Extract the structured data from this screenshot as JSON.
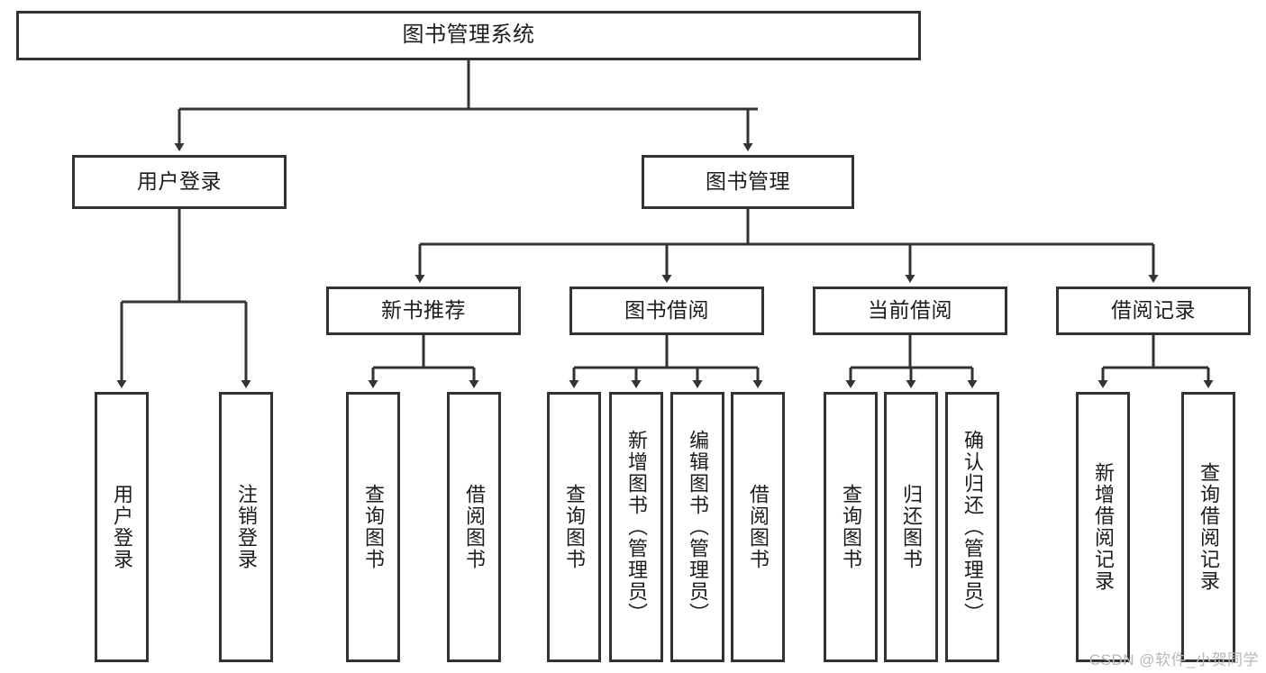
{
  "diagram": {
    "title_box": {
      "label": "图书管理系统"
    },
    "level2": [
      {
        "id": "user-login",
        "label": "用户登录"
      },
      {
        "id": "book-management",
        "label": "图书管理"
      }
    ],
    "level3": [
      {
        "id": "new-book-recommend",
        "label": "新书推荐"
      },
      {
        "id": "book-borrow",
        "label": "图书借阅"
      },
      {
        "id": "current-borrow",
        "label": "当前借阅"
      },
      {
        "id": "borrow-record",
        "label": "借阅记录"
      }
    ],
    "leaves": {
      "user_login": [
        {
          "id": "leaf-user-login",
          "label": "用户登录"
        },
        {
          "id": "leaf-logout-login",
          "label": "注销登录"
        }
      ],
      "new_book_recommend": [
        {
          "id": "leaf-query-book-1",
          "label": "查询图书"
        },
        {
          "id": "leaf-borrow-book-1",
          "label": "借阅图书"
        }
      ],
      "book_borrow": [
        {
          "id": "leaf-query-book-2",
          "label": "查询图书"
        },
        {
          "id": "leaf-add-book",
          "label": "新增图书（管理员）"
        },
        {
          "id": "leaf-edit-book",
          "label": "编辑图书（管理员）"
        },
        {
          "id": "leaf-borrow-book-2",
          "label": "借阅图书"
        }
      ],
      "current_borrow": [
        {
          "id": "leaf-query-book-3",
          "label": "查询图书"
        },
        {
          "id": "leaf-return-book",
          "label": "归还图书"
        },
        {
          "id": "leaf-confirm-return",
          "label": "确认归还（管理员）"
        }
      ],
      "borrow_record": [
        {
          "id": "leaf-add-borrow-record",
          "label": "新增借阅记录"
        },
        {
          "id": "leaf-query-borrow-record",
          "label": "查询借阅记录"
        }
      ]
    },
    "watermark": "CSDN @软件_小贺同学",
    "colors": {
      "stroke": "#333333",
      "fill": "#ffffff",
      "text": "#1c1c1c",
      "watermark": "#b8b8b8"
    }
  }
}
